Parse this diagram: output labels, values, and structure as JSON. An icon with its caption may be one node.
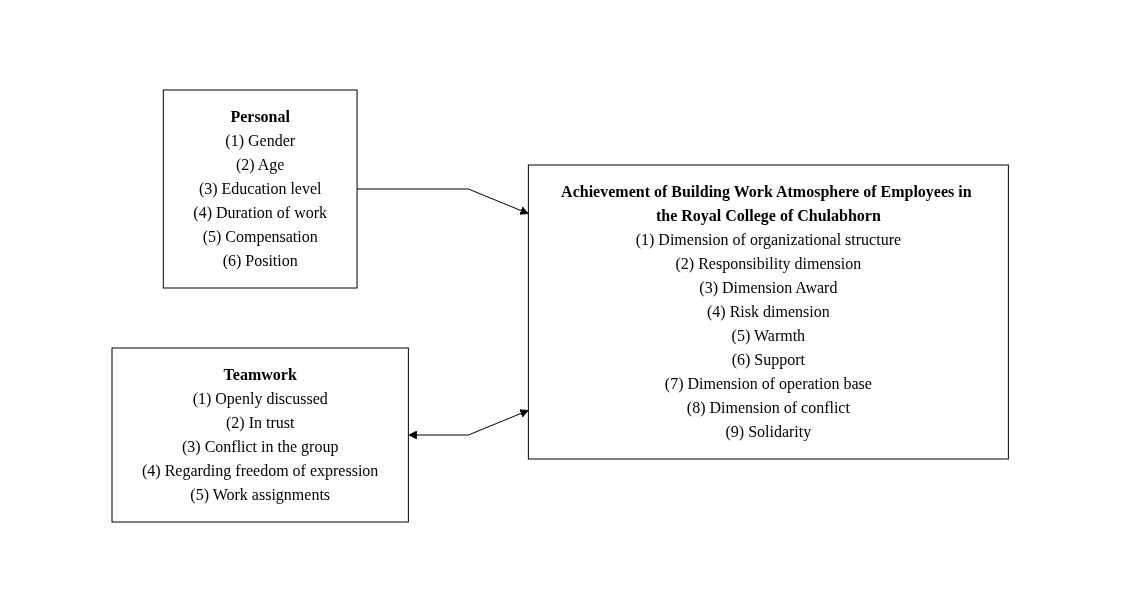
{
  "diagram": {
    "nodes": [
      {
        "text": [
          "Personal",
          "(1) Gender",
          "(2) Age",
          "(3) Education level",
          "(4) Duration of work",
          "(5) Compensation",
          "(6) Position"
        ]
      },
      {
        "text": [
          "Achievement of Building Work Atmosphere of Employees in the Royal College of Chulabhorn",
          "(1) Dimension of organizational structure",
          "(2) Responsibility dimension",
          "(3) Dimension Award",
          "(4) Risk dimension",
          "(5) Warmth",
          "(6) Support",
          "(7) Dimension of operation base",
          "(8) Dimension of conflict",
          "(9) Solidarity"
        ]
      },
      {
        "text": [
          "Teamwork",
          "(1) Openly discussed",
          "(2) In trust",
          "(3) Conflict in the group",
          "(4) Regarding freedom of expression",
          "(5) Work assignments"
        ]
      }
    ],
    "edges": [
      {
        "from": 0,
        "to": 1,
        "arrow": "to"
      },
      {
        "from": 2,
        "to": 1,
        "arrow": "both"
      }
    ]
  }
}
